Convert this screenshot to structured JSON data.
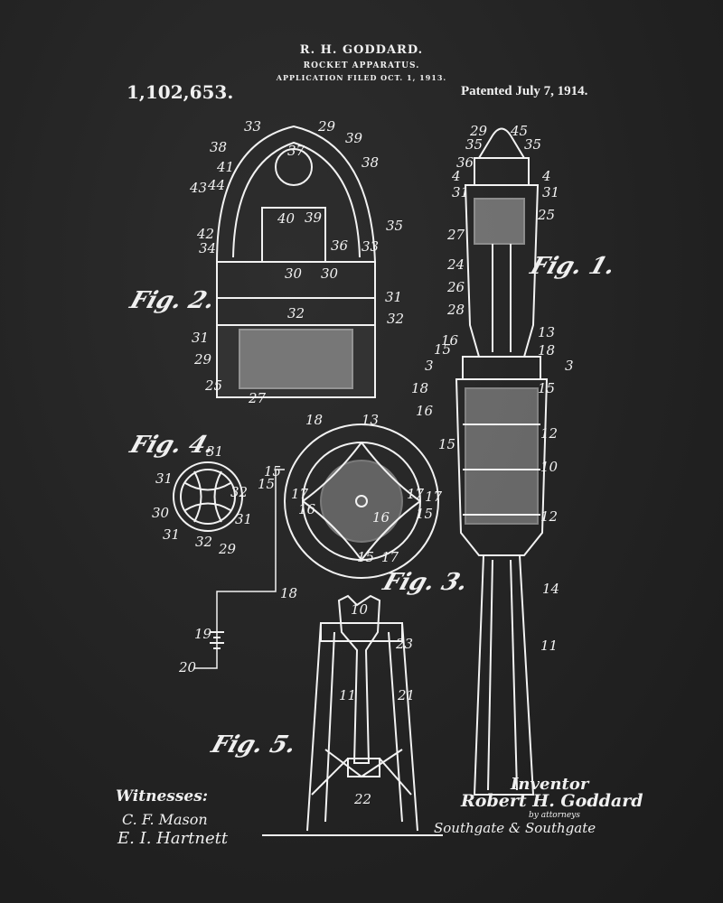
{
  "header": {
    "inventor_name": "R. H. GODDARD.",
    "title": "ROCKET APPARATUS.",
    "filed": "APPLICATION FILED OCT. 1, 1913."
  },
  "patent_number": "1,102,653.",
  "patent_date": "Patented July 7, 1914.",
  "figures": {
    "fig1": "Fig. 1.",
    "fig2": "Fig. 2.",
    "fig3": "Fig. 3.",
    "fig4": "Fig. 4.",
    "fig5": "Fig. 5."
  },
  "numerals": {
    "fig1": [
      "29",
      "45",
      "35",
      "35",
      "36",
      "4",
      "4",
      "31",
      "31",
      "27",
      "25",
      "24",
      "26",
      "28",
      "13",
      "16",
      "18",
      "15",
      "3",
      "3",
      "15",
      "18",
      "16",
      "12",
      "10",
      "12",
      "14",
      "11"
    ],
    "fig2": [
      "33",
      "29",
      "38",
      "39",
      "37",
      "41",
      "38",
      "44",
      "43",
      "42",
      "40",
      "39",
      "35",
      "34",
      "36",
      "33",
      "30",
      "30",
      "31",
      "32",
      "32",
      "31",
      "29",
      "25",
      "27"
    ],
    "fig3": [
      "18",
      "13",
      "15",
      "15",
      "17",
      "17",
      "16",
      "17",
      "16",
      "15",
      "17",
      "15",
      "15",
      "18",
      "19",
      "20"
    ],
    "fig4": [
      "31",
      "31",
      "32",
      "30",
      "31",
      "31",
      "32",
      "29"
    ],
    "fig5": [
      "10",
      "23",
      "11",
      "21",
      "22"
    ]
  },
  "witnesses": {
    "label": "Witnesses:",
    "names": [
      "C. F. Mason",
      "E. I. Hartnett"
    ]
  },
  "inventor": {
    "label": "Inventor",
    "name": "Robert H. Goddard",
    "by": "by attorneys",
    "attorneys": "Southgate & Southgate"
  }
}
